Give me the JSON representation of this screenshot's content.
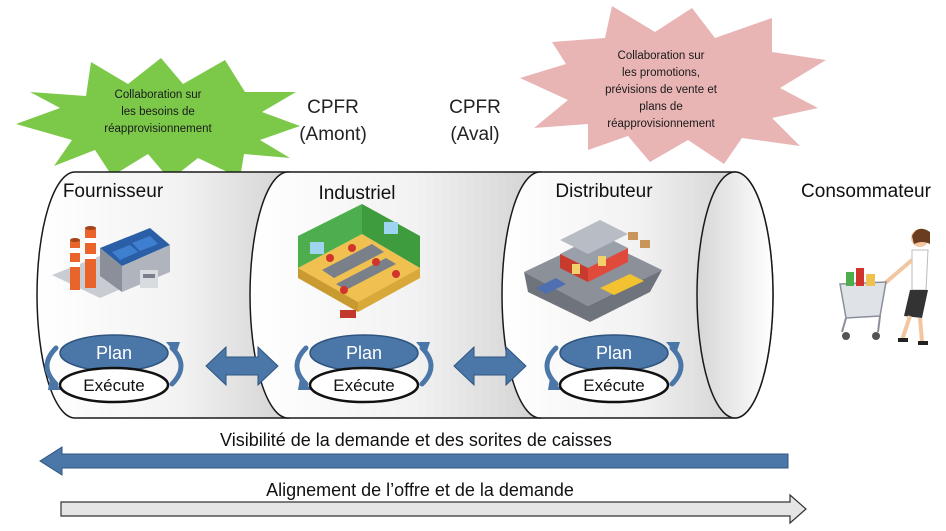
{
  "burst_left": {
    "lines": [
      "Collaboration sur",
      "les besoins de",
      "réapprovisionnement"
    ]
  },
  "burst_right": {
    "lines": [
      "Collaboration sur",
      "les promotions,",
      "prévisions de vente et",
      "plans de",
      "réapprovisionnement"
    ]
  },
  "cpfr_amont": {
    "line1": "CPFR",
    "line2": "(Amont)"
  },
  "cpfr_aval": {
    "line1": "CPFR",
    "line2": "(Aval)"
  },
  "stages": [
    {
      "title": "Fournisseur",
      "plan": "Plan",
      "execute": "Exécute",
      "icon": "factory-icon"
    },
    {
      "title": "Industriel",
      "plan": "Plan",
      "execute": "Exécute",
      "icon": "assembly-line-icon"
    },
    {
      "title": "Distributeur",
      "plan": "Plan",
      "execute": "Exécute",
      "icon": "warehouse-icon"
    }
  ],
  "consumer": {
    "title": "Consommateur",
    "icon": "shopper-with-cart-icon"
  },
  "arrow_demand": {
    "label": "Visibilité de la demande et des sorites de caisses",
    "color": "#4a76a8"
  },
  "arrow_alignment": {
    "label": "Alignement de l’offre et de la demande",
    "color": "#e5e5e5"
  },
  "colors": {
    "burst_left": "#7cc94a",
    "burst_right": "#e8b4b4",
    "plan_oval": "#4a76a8",
    "double_arrow": "#4a76a8"
  }
}
